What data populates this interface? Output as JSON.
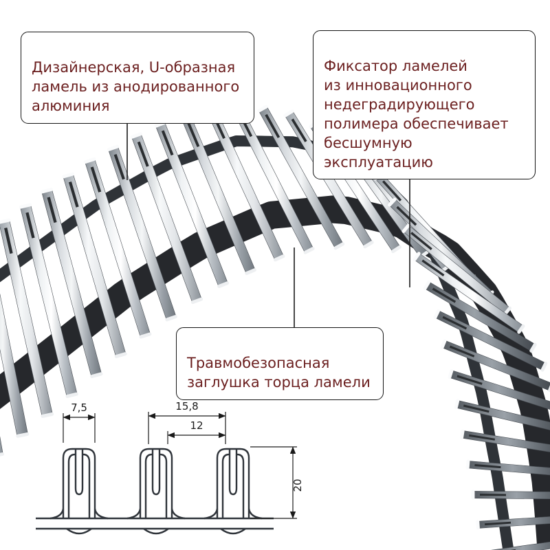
{
  "callouts": {
    "lamella": "Дизайнерская, U-образная\nламель из анодированного\nалюминия",
    "fixator": "Фиксатор ламелей\nиз инновационного\nнедеградирующего\nполимера обеспечивает\nбесшумную эксплуатацию",
    "endcap": "Травмобезопасная\nзаглушка торца ламели"
  },
  "dimensions": {
    "slat_top_width": "7,5",
    "pitch": "15,8",
    "gap": "12",
    "height": "20"
  },
  "colors": {
    "callout_text": "#6b1f1f",
    "outline": "#1a1a1a",
    "metal_dark": "#26282c"
  }
}
